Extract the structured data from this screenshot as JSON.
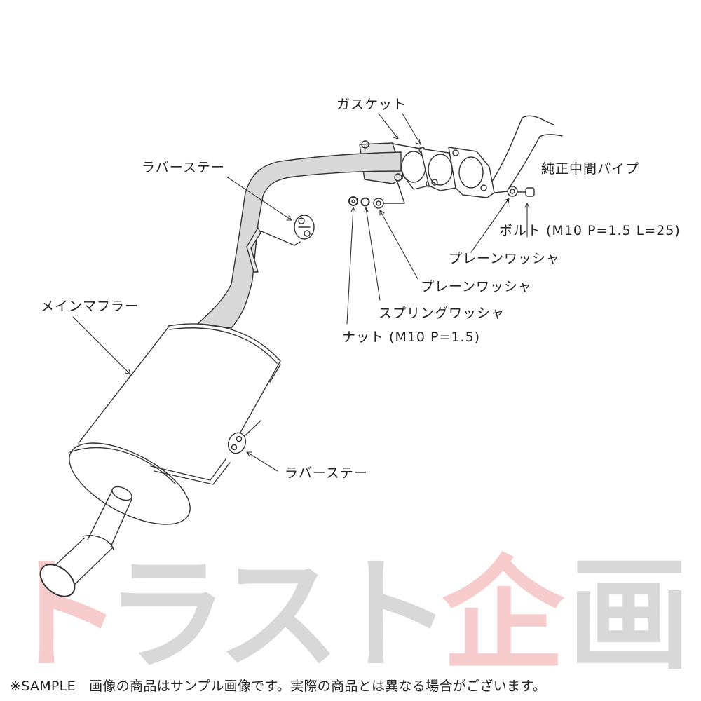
{
  "watermark": {
    "chars": [
      "ト",
      "ラ",
      "ス",
      "ト",
      "企",
      "画"
    ],
    "colors": {
      "red": "#f7caca",
      "gray": "#d6d6d6"
    }
  },
  "labels": {
    "gasket": "ガスケット",
    "oem_mid_pipe": "純正中間パイプ",
    "rubber_stay_top": "ラバーステー",
    "bolt": "ボルト (M10 P=1.5 L=25)",
    "plain_washer_right": "プレーンワッシャ",
    "plain_washer_left": "プレーンワッシャ",
    "spring_washer": "スプリングワッシャ",
    "nut": "ナット (M10 P=1.5)",
    "main_muffler": "メインマフラー",
    "rubber_stay_bottom": "ラバーステー"
  },
  "footer": {
    "note": "※SAMPLE　画像の商品はサンプル画像です。実際の商品とは異なる場合がございます。"
  },
  "colors": {
    "pipe_fill": "#d9d9d9",
    "line": "#333333"
  }
}
